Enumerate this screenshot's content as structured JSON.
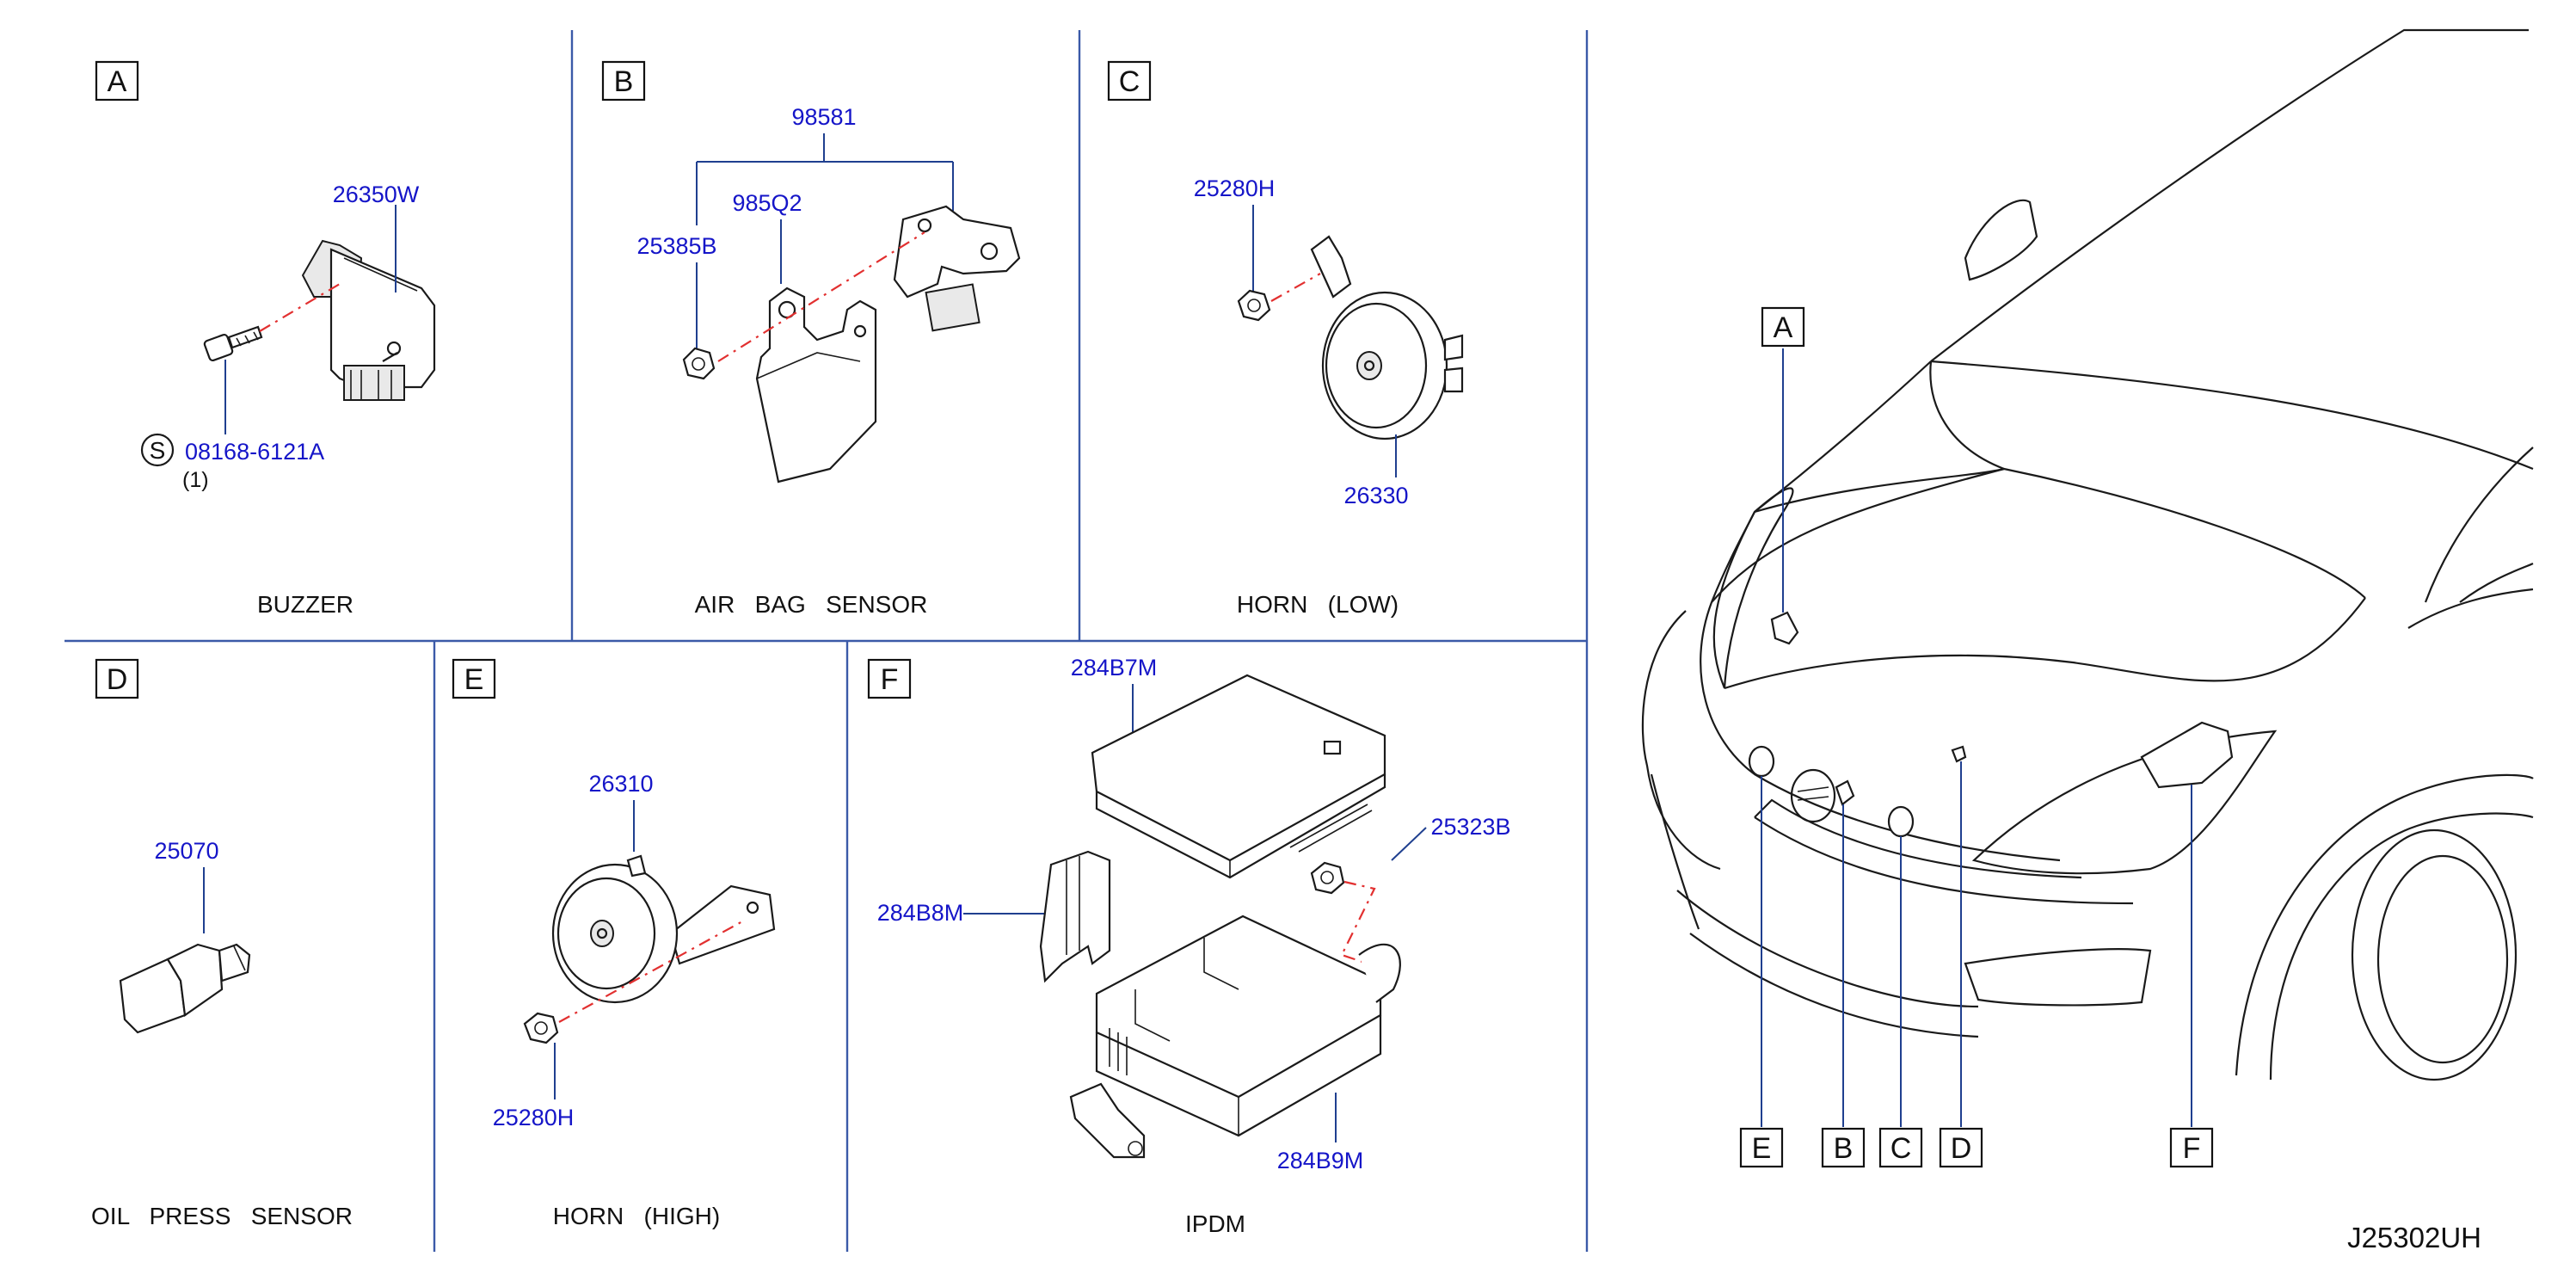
{
  "diagram": {
    "panels": {
      "A": {
        "letter": "A",
        "caption": "BUZZER",
        "parts": {
          "bracket": "26350W",
          "bolt": "08168-6121A",
          "bolt_symbol": "S",
          "bolt_qty": "(1)"
        }
      },
      "B": {
        "letter": "B",
        "caption": "AIR   BAG   SENSOR",
        "parts": {
          "assembly": "98581",
          "bracket": "985Q2",
          "nut": "25385B"
        }
      },
      "C": {
        "letter": "C",
        "caption": "HORN   (LOW)",
        "parts": {
          "nut": "25280H",
          "horn": "26330"
        }
      },
      "D": {
        "letter": "D",
        "caption": "OIL   PRESS   SENSOR",
        "parts": {
          "sensor": "25070"
        }
      },
      "E": {
        "letter": "E",
        "caption": "HORN   (HIGH)",
        "parts": {
          "horn": "26310",
          "nut": "25280H"
        }
      },
      "F": {
        "letter": "F",
        "caption": "IPDM",
        "parts": {
          "cover": "284B7M",
          "bracket": "284B8M",
          "nut": "25323B",
          "case": "284B9M"
        }
      }
    },
    "vehicle_callouts": [
      "A",
      "E",
      "B",
      "C",
      "D",
      "F"
    ],
    "drawing_code": "J25302UH"
  }
}
